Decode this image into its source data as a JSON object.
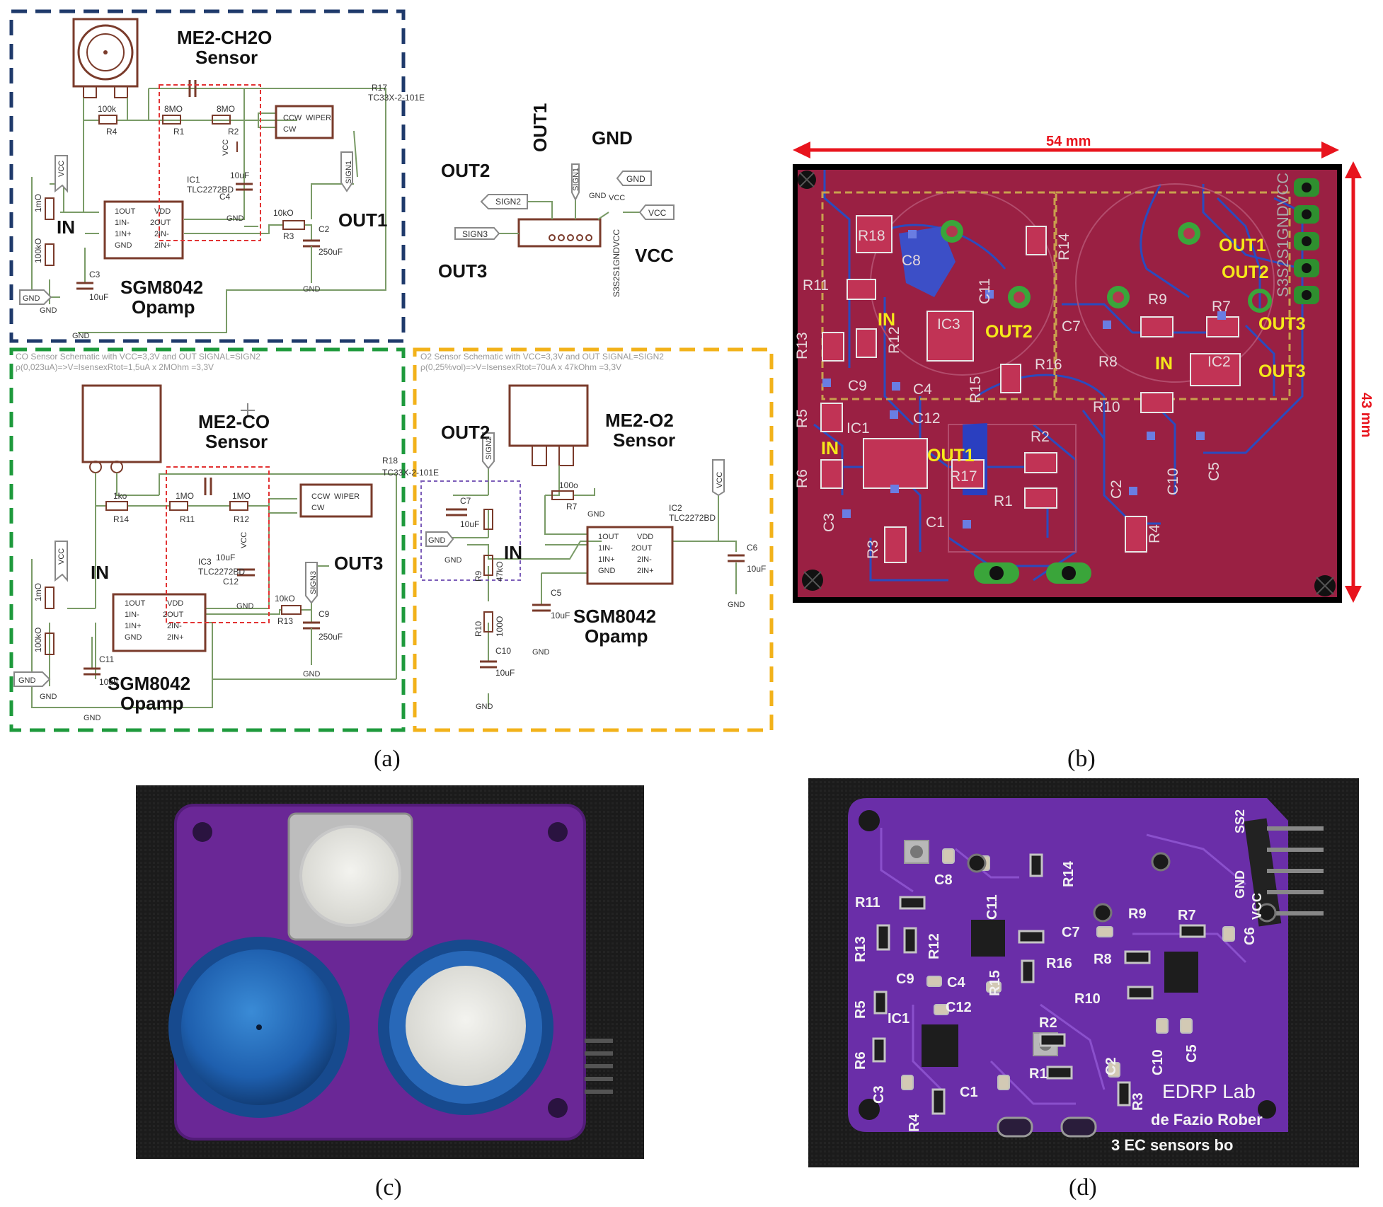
{
  "panel_a": {
    "ch2o": {
      "title_line1": "ME2-CH2O",
      "title_line2": "Sensor",
      "opamp_line1": "SGM8042",
      "opamp_line2": "Opamp",
      "in": "IN",
      "out": "OUT1",
      "r4": "100k",
      "r4_ref": "R4",
      "r1": "8MO",
      "r1_ref": "R1",
      "r2": "8MO",
      "r2_ref": "R2",
      "r17": "R17",
      "r17_part": "TC33X-2-101E",
      "ccw": "CCW",
      "wiper": "WIPER",
      "cw": "CW",
      "ic1": "IC1",
      "ic1_part": "TLC2272BD",
      "c4": "C4",
      "c4_val": "10uF",
      "r3": "10kO",
      "r3_ref": "R3",
      "c2": "C2",
      "c2_val": "250uF",
      "c3": "C3",
      "c3_val": "10uF",
      "r15a": "1mO",
      "r15b": "100kO",
      "gnd": "GND",
      "vcc": "VCC",
      "sign": "SIGN1"
    },
    "connector": {
      "out1": "OUT1",
      "gnd": "GND",
      "out2": "OUT2",
      "out3": "OUT3",
      "vcc": "VCC",
      "sign1": "SIGN1",
      "sign2": "SIGN2",
      "sign3": "SIGN3",
      "gnd_tag": "GND",
      "vcc_tag": "VCC",
      "pins": "S3S2S1GNDVCC"
    },
    "co": {
      "header": "CO Sensor Schematic with VCC=3,3V and OUT SIGNAL=SIGN2",
      "formula": "ρ(0,023uA)=>V=IsensexRtot=1,5uA x 2MOhm =3,3V",
      "title_line1": "ME2-CO",
      "title_line2": "Sensor",
      "opamp_line1": "SGM8042",
      "opamp_line2": "Opamp",
      "in": "IN",
      "out": "OUT3",
      "r14": "1ko",
      "r14_ref": "R14",
      "r11": "1MO",
      "r11_ref": "R11",
      "r12": "1MO",
      "r12_ref": "R12",
      "r18": "R18",
      "r18_part": "TC33X-2-101E",
      "ic3": "IC3",
      "ic3_part": "TLC2272BD",
      "c12": "C12",
      "c12_val": "10uF",
      "r13": "10kO",
      "r13_ref": "R13",
      "c9": "C9",
      "c9_val": "250uF",
      "c11": "C11",
      "c11_val": "10uF",
      "gnd": "GND",
      "vcc": "VCC",
      "sign": "SIGN3"
    },
    "o2": {
      "header": "O2 Sensor Schematic with VCC=3,3V and OUT SIGNAL=SIGN2",
      "formula": "ρ(0,25%vol)=>V=IsensexRtot=70uA x 47kOhm =3,3V",
      "title_line1": "ME2-O2",
      "title_line2": "Sensor",
      "opamp_line1": "SGM8042",
      "opamp_line2": "Opamp",
      "in": "IN",
      "out": "OUT2",
      "r7": "100o",
      "r7_ref": "R7",
      "r9": "47kO",
      "r9_ref": "R9",
      "r10": "100O",
      "r10_ref": "R10",
      "c7": "C7",
      "c7_val": "10uF",
      "c10": "C10",
      "c10_val": "10uF",
      "c5": "C5",
      "c5_val": "10uF",
      "c6": "C6",
      "c6_val": "10uF",
      "ic2": "IC2",
      "ic2_part": "TLC2272BD",
      "gnd": "GND",
      "vcc": "VCC",
      "sign": "SIGN2"
    },
    "ic_pins": {
      "p1": "1OUT",
      "p2": "1IN-",
      "p3": "1IN+",
      "p4": "GND",
      "p5": "VDD",
      "p6": "2OUT",
      "p7": "2IN-",
      "p8": "2IN+"
    }
  },
  "panel_b": {
    "width_label": "54 mm",
    "height_label": "43 mm",
    "pins": "S3S2S1GNDVCC",
    "labels": {
      "out1_a": "OUT1",
      "out2_a": "OUT2",
      "out3_a": "OUT3",
      "out3_b": "OUT3",
      "out2_b": "OUT2",
      "out1_b": "OUT1",
      "in_a": "IN",
      "in_b": "IN",
      "in_c": "IN"
    },
    "refs": [
      "R18",
      "C8",
      "R11",
      "R14",
      "C11",
      "R12",
      "IC3",
      "R13",
      "C9",
      "C4",
      "R15",
      "R16",
      "C7",
      "R9",
      "R7",
      "R8",
      "IC2",
      "R10",
      "C12",
      "R5",
      "IC1",
      "R2",
      "R17",
      "R6",
      "C1",
      "R1",
      "C2",
      "C10",
      "C5",
      "C3",
      "R4",
      "R3"
    ]
  },
  "panel_d": {
    "title": "EDRP Lab",
    "author": "de Fazio Rober",
    "subtitle": "3 EC sensors bo",
    "pins": [
      "SS2",
      "GND",
      "VCC"
    ],
    "refs": [
      "C8",
      "R14",
      "R11",
      "C11",
      "R13",
      "R12",
      "C7",
      "R9",
      "R7",
      "C6",
      "R8",
      "C9",
      "C4",
      "R15",
      "R16",
      "R5",
      "C12",
      "R10",
      "IC1",
      "R2",
      "C10",
      "C5",
      "R6",
      "C2",
      "R1",
      "C3",
      "C1",
      "R3",
      "R4"
    ]
  },
  "captions": {
    "a": "(a)",
    "b": "(b)",
    "c": "(c)",
    "d": "(d)"
  }
}
